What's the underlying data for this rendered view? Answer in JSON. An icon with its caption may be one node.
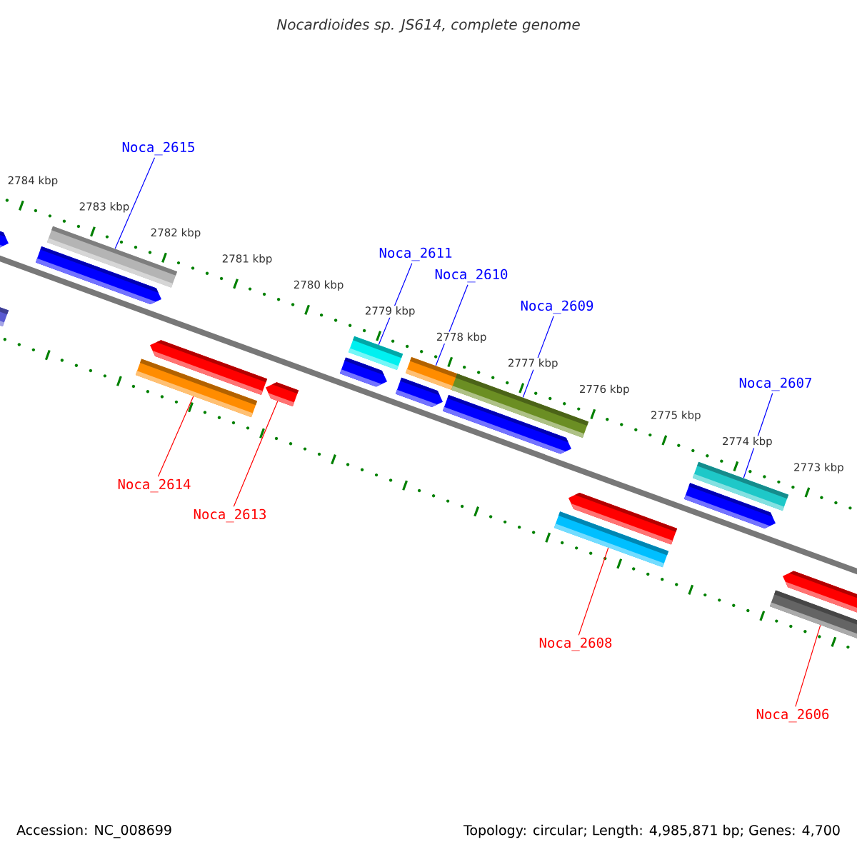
{
  "diagram": {
    "title": "Nocardioides sp. JS614, complete genome",
    "nodes": [
      {
        "text": [
          "Noca_2615"
        ]
      },
      {
        "text": [
          "Noca_2611"
        ]
      },
      {
        "text": [
          "Noca_2610"
        ]
      },
      {
        "text": [
          "Noca_2609"
        ]
      },
      {
        "text": [
          "Noca_2607"
        ]
      },
      {
        "text": [
          "Noca_2614"
        ]
      },
      {
        "text": [
          "Noca_2613"
        ]
      },
      {
        "text": [
          "Noca_2608"
        ]
      },
      {
        "text": [
          "Noca_2606"
        ]
      },
      {
        "text": [],
        "shape": "bar"
      },
      {
        "text": [],
        "shape": "bar"
      },
      {
        "text": [],
        "shape": "bar"
      },
      {
        "text": [],
        "shape": "bar"
      },
      {
        "text": [],
        "shape": "bar"
      },
      {
        "text": [],
        "shape": "bar"
      },
      {
        "text": [],
        "shape": "bar"
      },
      {
        "text": [],
        "shape": "bar"
      },
      {
        "text": [],
        "shape": "bar"
      },
      {
        "text": [],
        "shape": "bar"
      },
      {
        "text": [],
        "shape": "bar"
      },
      {
        "text": [],
        "shape": "bar"
      },
      {
        "text": [],
        "shape": "bar"
      },
      {
        "text": [],
        "shape": "bar"
      },
      {
        "text": [],
        "shape": "bar"
      },
      {
        "text": [],
        "shape": "bar"
      },
      {
        "text": [],
        "shape": "bar"
      },
      {
        "text": [],
        "shape": "bar"
      },
      {
        "text": [],
        "shape": "bar"
      }
    ],
    "edges": [
      {
        "from": 0,
        "to": 9,
        "arrow": "none"
      },
      {
        "from": 1,
        "to": 10,
        "arrow": "none"
      },
      {
        "from": 2,
        "to": 11,
        "arrow": "none"
      },
      {
        "from": 3,
        "to": 12,
        "arrow": "none"
      },
      {
        "from": 4,
        "to": 13,
        "arrow": "none"
      },
      {
        "from": 5,
        "to": 25,
        "arrow": "none",
        "color": "#ff0000"
      },
      {
        "from": 6,
        "to": 21,
        "arrow": "none",
        "color": "#ff0000"
      },
      {
        "from": 7,
        "to": 26,
        "arrow": "none",
        "color": "#ff0000"
      },
      {
        "from": 8,
        "to": 27,
        "arrow": "none",
        "color": "#ff0000"
      }
    ],
    "labels": [
      "2784 kbp",
      "2783 kbp",
      "2782 kbp",
      "2781 kbp",
      "2780 kbp",
      "2779 kbp",
      "2778 kbp",
      "2777 kbp",
      "2776 kbp",
      "2775 kbp",
      "2774 kbp",
      "2773 kbp",
      "Accession: NC_008699",
      "Topology: circular; Length: 4,985,871 bp; Genes: 4,700"
    ]
  }
}
